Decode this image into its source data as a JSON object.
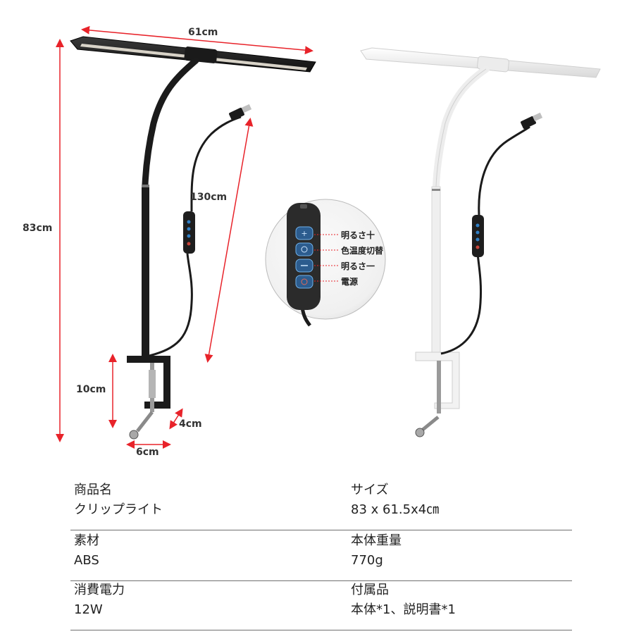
{
  "dimensions": {
    "width": "61cm",
    "height": "83cm",
    "cable": "130cm",
    "clamp_height": "10cm",
    "clamp_depth": "4cm",
    "clamp_width": "6cm"
  },
  "controller": {
    "buttons": [
      {
        "label": "明るさ十"
      },
      {
        "label": "色温度切替"
      },
      {
        "label": "明るさ一"
      },
      {
        "label": "電源"
      }
    ]
  },
  "spec_rows": [
    {
      "left": {
        "label": "商品名",
        "value": "クリップライト"
      },
      "right": {
        "label": "サイズ",
        "value": "83 x 61.5x4㎝"
      }
    },
    {
      "left": {
        "label": "素材",
        "value": "ABS"
      },
      "right": {
        "label": "本体重量",
        "value": "770g"
      }
    },
    {
      "left": {
        "label": "消費電力",
        "value": "12W"
      },
      "right": {
        "label": "付属品",
        "value": "本体*1、説明書*1"
      }
    }
  ],
  "colors": {
    "dimension_arrow": "#e8232a",
    "lamp_black": "#1b1b1b",
    "lamp_white": "#f2f2f2",
    "button_blue": "#2f7fc6",
    "divider": "#6f6f6f"
  }
}
